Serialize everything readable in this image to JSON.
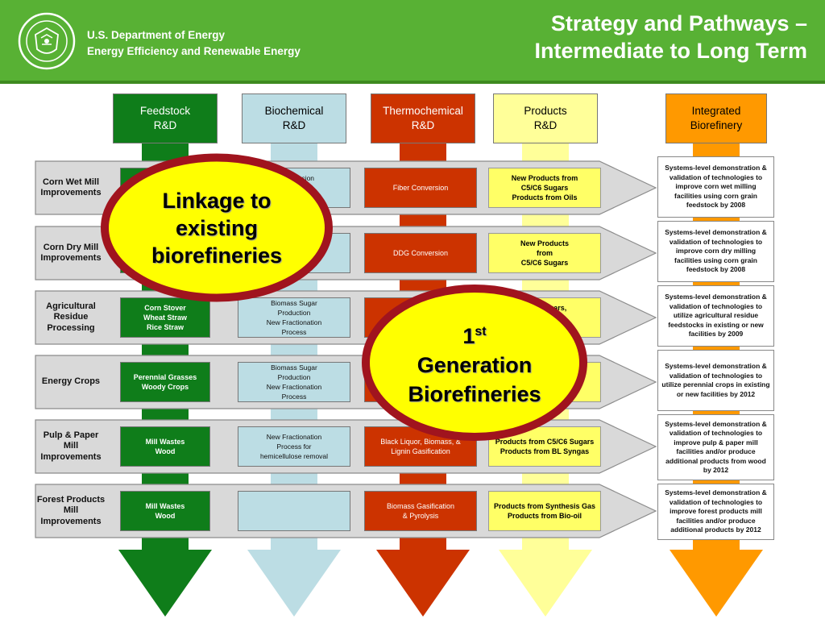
{
  "header": {
    "org_line1": "U.S. Department of Energy",
    "org_line2": "Energy Efficiency and Renewable Energy",
    "title_line1": "Strategy and Pathways –",
    "title_line2": "Intermediate to Long Term"
  },
  "columns": [
    {
      "line1": "Feedstock",
      "line2": "R&D"
    },
    {
      "line1": "Biochemical",
      "line2": "R&D"
    },
    {
      "line1": "Thermochemical",
      "line2": "R&D"
    },
    {
      "line1": "Products",
      "line2": "R&D"
    },
    {
      "line1": "Integrated",
      "line2": "Biorefinery"
    }
  ],
  "rows": [
    {
      "label": "Corn Wet Mill Improvements",
      "feedstock": [],
      "biochemical": [
        "h Conversion",
        "ion",
        "rocess"
      ],
      "thermochemical": [
        "Fiber Conversion"
      ],
      "products": [
        "New Products from",
        "C5/C6 Sugars",
        "Products from Oils"
      ],
      "integrated": "Systems-level demonstration & validation of technologies to improve corn wet milling facilities using corn grain feedstock by 2008"
    },
    {
      "label": "Corn Dry Mill Improvements",
      "feedstock": [],
      "biochemical": [
        "ion",
        "",
        "rocess"
      ],
      "thermochemical": [
        "DDG Conversion"
      ],
      "products": [
        "New Products",
        "from",
        "C5/C6 Sugars"
      ],
      "integrated": "Systems-level demonstration & validation of technologies to improve corn dry milling facilities using corn grain feedstock by 2008"
    },
    {
      "label": "Agricultural Residue Processing",
      "feedstock": [
        "Corn Stover",
        "Wheat Straw",
        "Rice Straw"
      ],
      "biochemical": [
        "Biomass Sugar",
        "Production",
        "New Fractionation",
        "Process"
      ],
      "thermochemical": [
        "B"
      ],
      "products": [
        "5/C6 Sugars,",
        "s, New",
        "es"
      ],
      "integrated": "Systems-level demonstration & validation of technologies to utilize agricultural residue feedstocks in existing or new facilities by 2009"
    },
    {
      "label": "Energy Crops",
      "feedstock": [
        "Perennial Grasses",
        "Woody Crops"
      ],
      "biochemical": [
        "Biomass Sugar",
        "Production",
        "New Fractionation",
        "Process"
      ],
      "thermochemical": [],
      "products": [
        "rs,",
        "w",
        "es"
      ],
      "integrated": "Systems-level demonstration & validation of technologies to utilize perennial crops in existing or new facilities by 2012"
    },
    {
      "label": "Pulp & Paper Mill Improvements",
      "feedstock": [
        "Mill Wastes",
        "Wood"
      ],
      "biochemical": [
        "New Fractionation",
        "Process for",
        "hemicellulose removal"
      ],
      "thermochemical": [
        "Black Liquor, Biomass, &",
        "Lignin Gasification"
      ],
      "products": [
        "Products from C5/C6 Sugars",
        "Products from BL Syngas"
      ],
      "integrated": "Systems-level demonstration & validation of technologies to improve pulp & paper mill facilities and/or produce additional products from wood by 2012"
    },
    {
      "label": "Forest Products Mill Improvements",
      "feedstock": [
        "Mill Wastes",
        "Wood"
      ],
      "biochemical": [],
      "thermochemical": [
        "Biomass Gasification",
        "& Pyrolysis"
      ],
      "products": [
        "Products from Synthesis Gas",
        "Products from Bio-oil"
      ],
      "integrated": "Systems-level demonstration & validation of technologies to improve forest products mill facilities and/or produce additional products by 2012"
    }
  ],
  "callouts": {
    "linkage": [
      "Linkage to",
      "existing",
      "biorefineries"
    ],
    "first_gen_number": "1",
    "first_gen_sup": "st",
    "first_gen_line2": "Generation",
    "first_gen_line3": "Biorefineries"
  },
  "colors": {
    "banner": "#58b134",
    "feedstock": "#0f7d1a",
    "biochemical": "#bcdde4",
    "thermochemical": "#cc3300",
    "products": "#ffff66",
    "integrated": "#ff9900",
    "callout_fill": "#ffff00",
    "callout_ring": "#a0141e"
  }
}
